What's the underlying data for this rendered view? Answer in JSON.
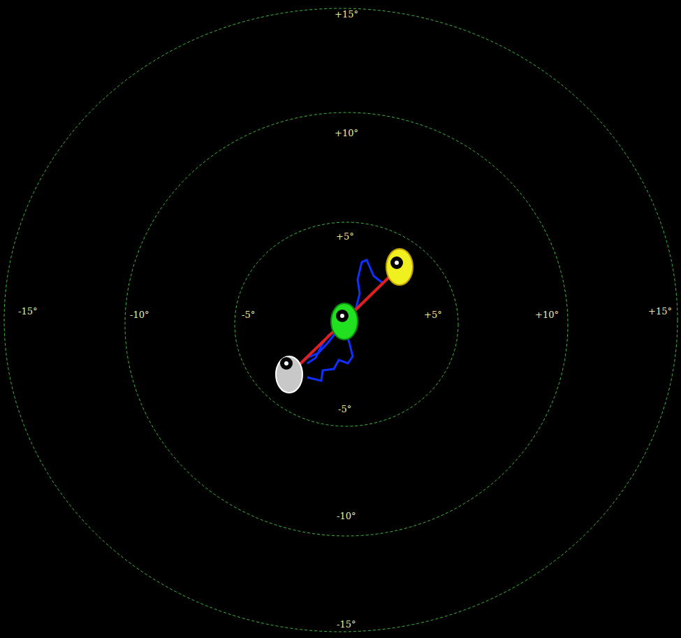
{
  "diagram": {
    "labels": [
      "+15°",
      "+10°",
      "+5°",
      "-15°",
      "-10°",
      "-5°",
      "+5°",
      "+10°",
      "+15°",
      "-5°",
      "-10°",
      "-15°"
    ]
  }
}
